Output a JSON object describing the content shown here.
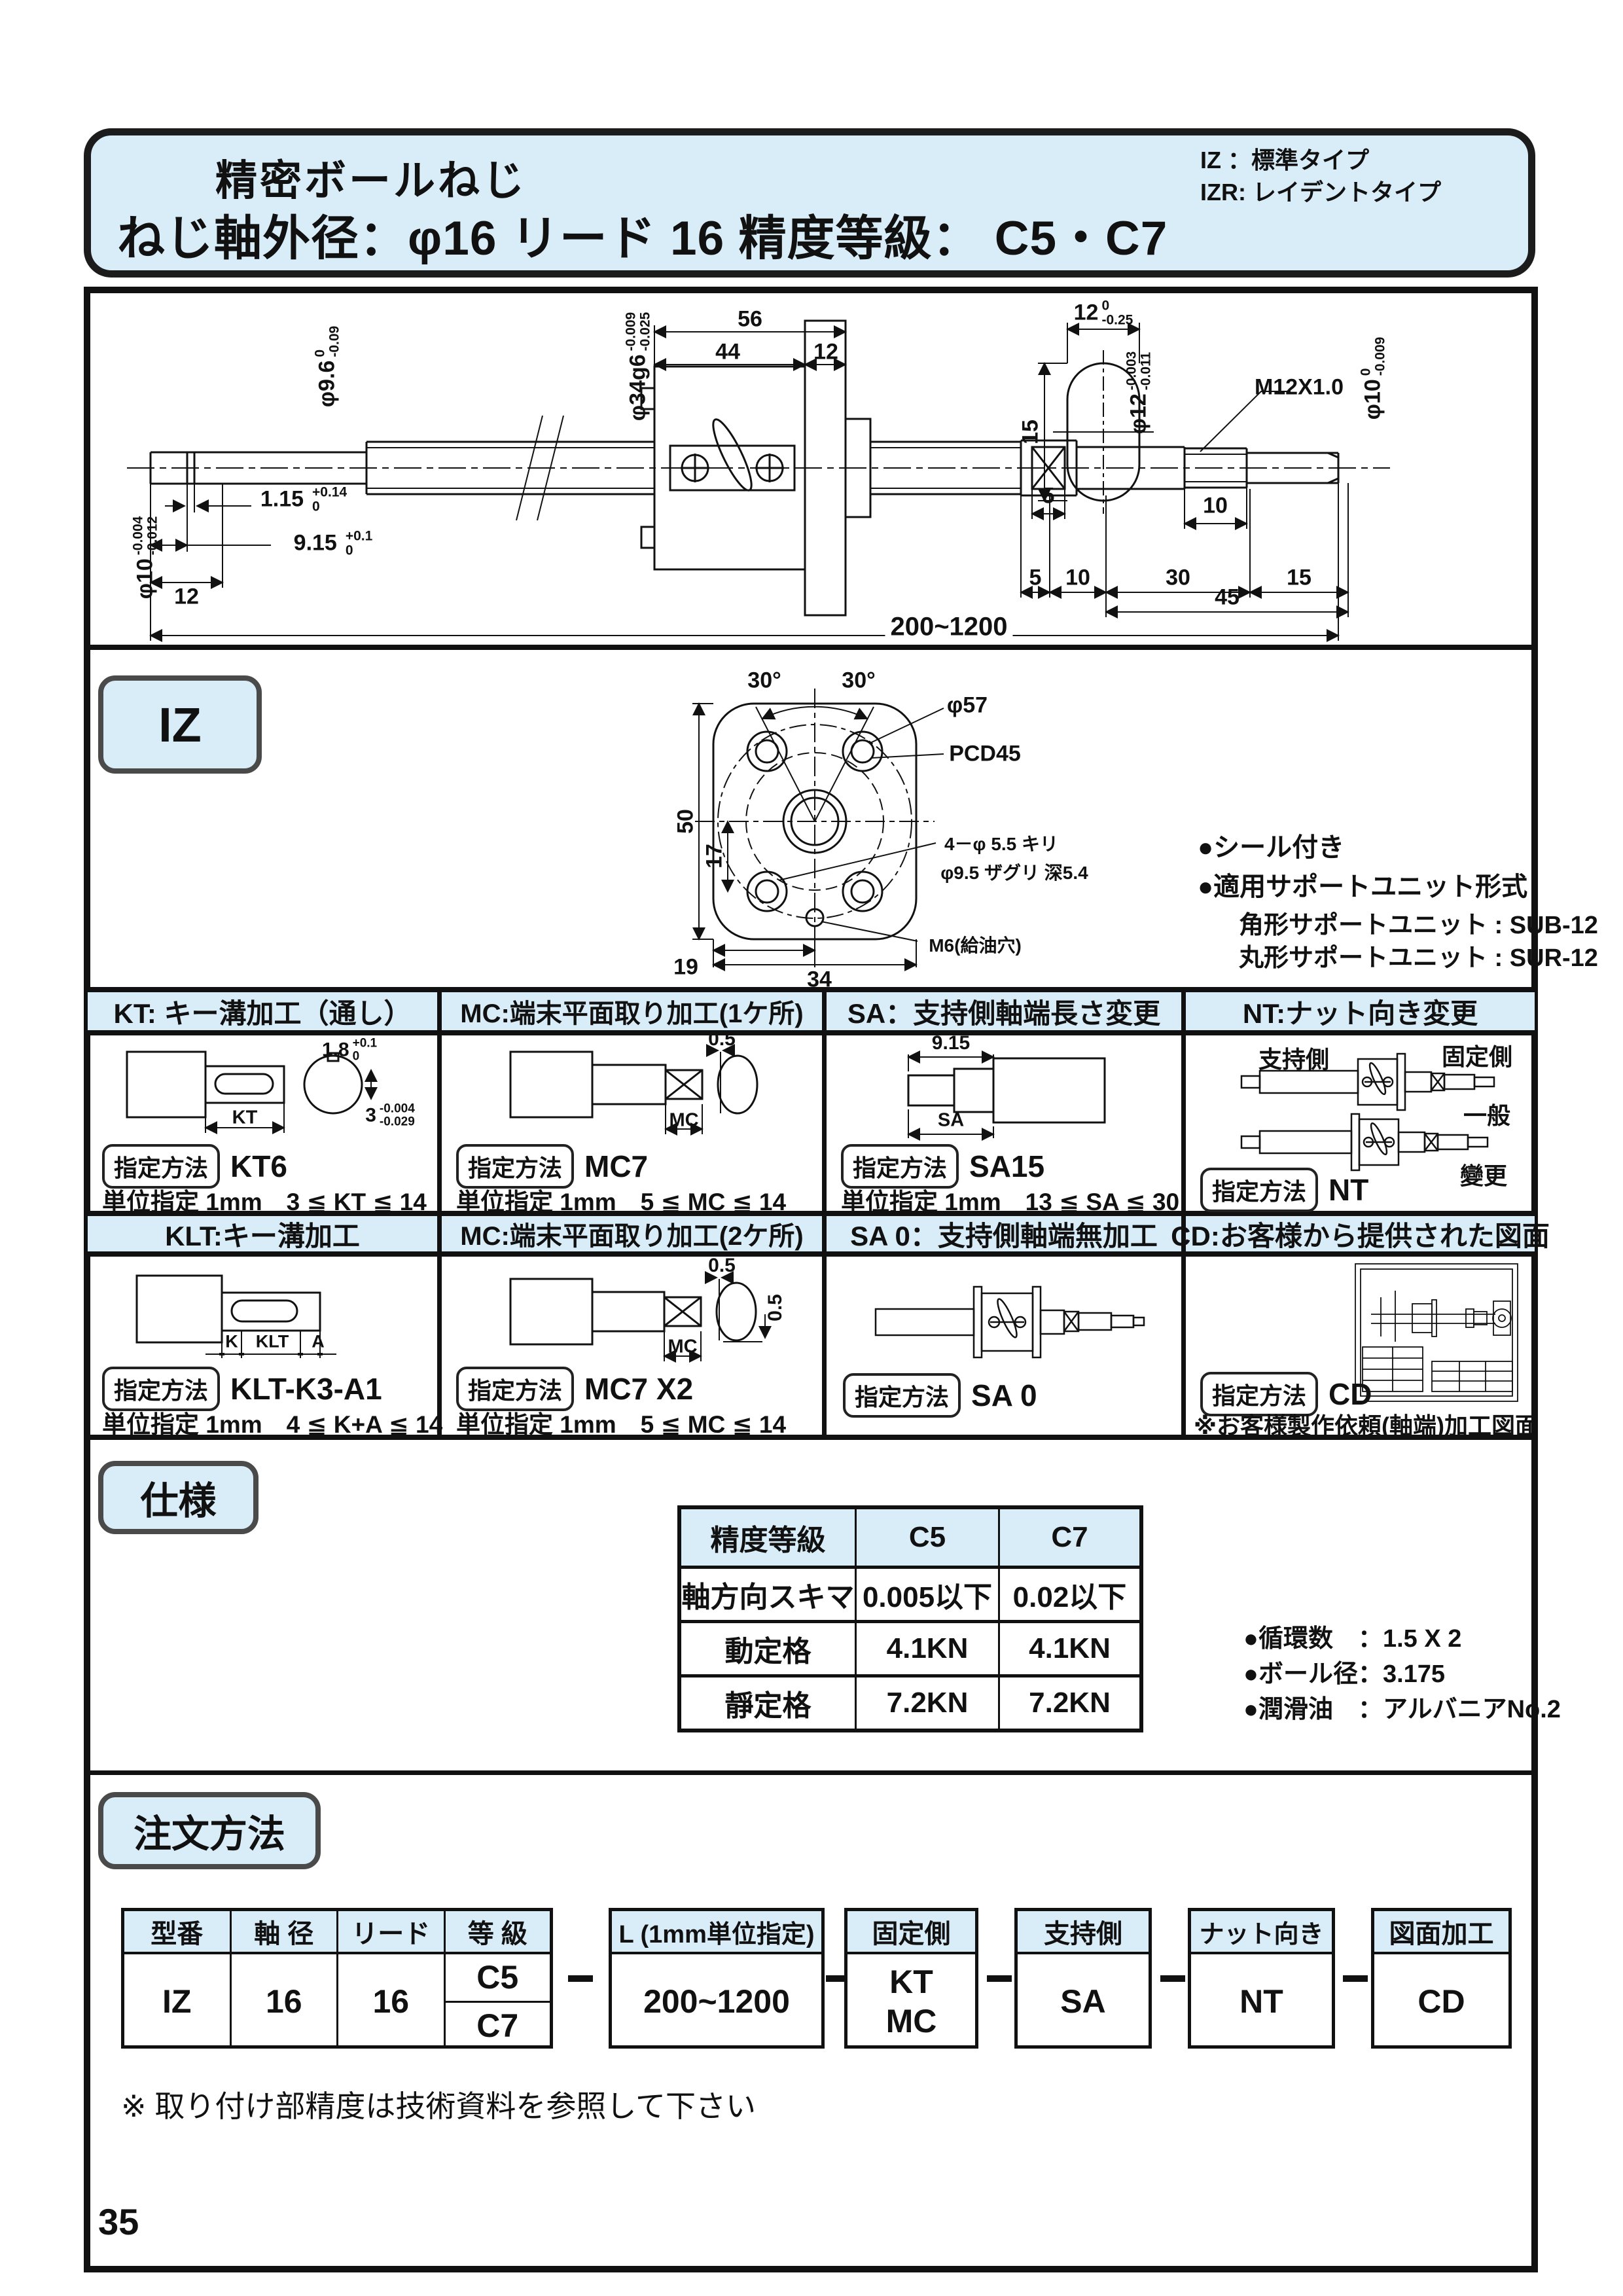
{
  "page": {
    "number": "35",
    "note": "※ 取り付け部精度は技術資料を参照して下さい"
  },
  "header": {
    "title": "精密ボールねじ",
    "type_line1": "IZ ：標準タイプ",
    "type_line2": "IZR: レイデントタイプ",
    "subtitle": "ねじ軸外径：φ16 リード 16 精度等級： C5・C7"
  },
  "drawing": {
    "dia_groove": {
      "v": "φ9.6",
      "t": "0",
      "b": "-0.09"
    },
    "dia_root": {
      "v": "φ34g6",
      "t": "-0.009",
      "b": "-0.025"
    },
    "len_56": "56",
    "len_44": "44",
    "len_12_flange": "12",
    "flat_width": {
      "v": "12",
      "t": "0",
      "b": "-0.25"
    },
    "flat_height": "15",
    "dia_12": {
      "v": "φ12",
      "t": "-0.003",
      "b": "-0.011"
    },
    "thread": "M12X1.0",
    "dia_10_right": {
      "v": "φ10",
      "t": "0",
      "b": "-0.009"
    },
    "dia_10_left": {
      "v": "φ10",
      "t": "-0.004",
      "b": "-0.012"
    },
    "groove_width": {
      "v": "1.15",
      "t": "+0.14",
      "b": "0"
    },
    "groove_pos": {
      "v": "9.15",
      "t": "+0.1",
      "b": "0"
    },
    "len_12_left": "12",
    "len_5_flat": "5",
    "len_5": "5",
    "len_10": "10",
    "len_30": "30",
    "len_15": "15",
    "len_10_thread": "10",
    "len_45": "45",
    "len_total": "200~1200"
  },
  "iz": {
    "label": "IZ",
    "angle_left": "30°",
    "angle_right": "30°",
    "dia_outer": "φ57",
    "pcd": "PCD45",
    "h_50": "50",
    "h_17": "17",
    "w_19": "19",
    "w_34": "34",
    "holes": "4－φ 5.5 キリ",
    "counterbore": "φ9.5 ザグリ  深5.4",
    "oil_hole": "M6(給油穴)",
    "note_seal": "●シール付き",
    "note_support": "●適用サポートユニット形式",
    "support_square": "角形サポートユニット : SUB-12",
    "support_round": "丸形サポートユニット : SUR-12"
  },
  "options": {
    "spec_label": "指定方法",
    "row1": [
      {
        "header": "KT: キー溝加工（通し）",
        "spec": "KT6",
        "unit": "単位指定 1mm　3 ≦ KT ≦ 14",
        "dim_a": {
          "v": "1.8",
          "t": "+0.1",
          "b": "0"
        },
        "dim_b": "KT",
        "dim_c": {
          "v": "3",
          "t": "-0.004",
          "b": "-0.029"
        }
      },
      {
        "header": "MC:端末平面取り加工(1ケ所)",
        "spec": "MC7",
        "unit": "単位指定 1mm　5 ≦ MC ≦ 14",
        "dim_a": "0.5",
        "dim_b": "MC"
      },
      {
        "header": "SA：支持側軸端長さ変更",
        "spec": "SA15",
        "unit": "単位指定 1mm　13 ≦ SA ≦ 30",
        "dim_a": "9.15",
        "dim_b": "SA"
      },
      {
        "header": "NT:ナット向き変更",
        "spec": "NT",
        "label_support": "支持側",
        "label_fixed": "固定側",
        "label_general": "一般",
        "label_changed": "變更"
      }
    ],
    "row2": [
      {
        "header": "KLT:キー溝加工",
        "spec": "KLT-K3-A1",
        "unit": "単位指定 1mm　4 ≦ K+A ≦ 14",
        "dim_a": "K",
        "dim_b": "KLT",
        "dim_c": "A"
      },
      {
        "header": "MC:端末平面取り加工(2ケ所)",
        "spec": "MC7 X2",
        "unit": "単位指定 1mm　5 ≦ MC ≦ 14",
        "dim_a": "0.5",
        "dim_b": "0.5",
        "dim_c": "MC"
      },
      {
        "header": "SA 0：支持側軸端無加工",
        "spec": "SA 0"
      },
      {
        "header": "CD:お客様から提供された図面",
        "spec": "CD",
        "note": "※お客様製作依頼(軸端)加工図面"
      }
    ]
  },
  "spec": {
    "label": "仕様",
    "table": {
      "col_header": "精度等級",
      "c5": "C5",
      "c7": "C7",
      "rows": [
        {
          "name": "軸方向スキマ",
          "c5": "0.005以下",
          "c7": "0.02以下"
        },
        {
          "name": "動定格",
          "c5": "4.1KN",
          "c7": "4.1KN"
        },
        {
          "name": "靜定格",
          "c5": "7.2KN",
          "c7": "7.2KN"
        }
      ]
    },
    "notes": [
      "●循環数　：1.5 X 2",
      "●ボール径：3.175",
      "●潤滑油　：アルバニアNo.2"
    ]
  },
  "order": {
    "label": "注文方法",
    "model": {
      "h_model": "型番",
      "h_dia": "軸 径",
      "h_lead": "リード",
      "h_grade": "等 級",
      "model": "IZ",
      "dia": "16",
      "lead": "16",
      "grade_c5": "C5",
      "grade_c7": "C7"
    },
    "length": {
      "header": "L (1mm単位指定)",
      "value": "200~1200"
    },
    "fixed": {
      "header": "固定側",
      "v1": "KT",
      "v2": "MC"
    },
    "support": {
      "header": "支持側",
      "value": "SA"
    },
    "nut": {
      "header": "ナット向き",
      "value": "NT"
    },
    "cd": {
      "header": "図面加工",
      "value": "CD"
    }
  },
  "colors": {
    "accent_blue": "#d9edf8",
    "line": "#111111"
  }
}
